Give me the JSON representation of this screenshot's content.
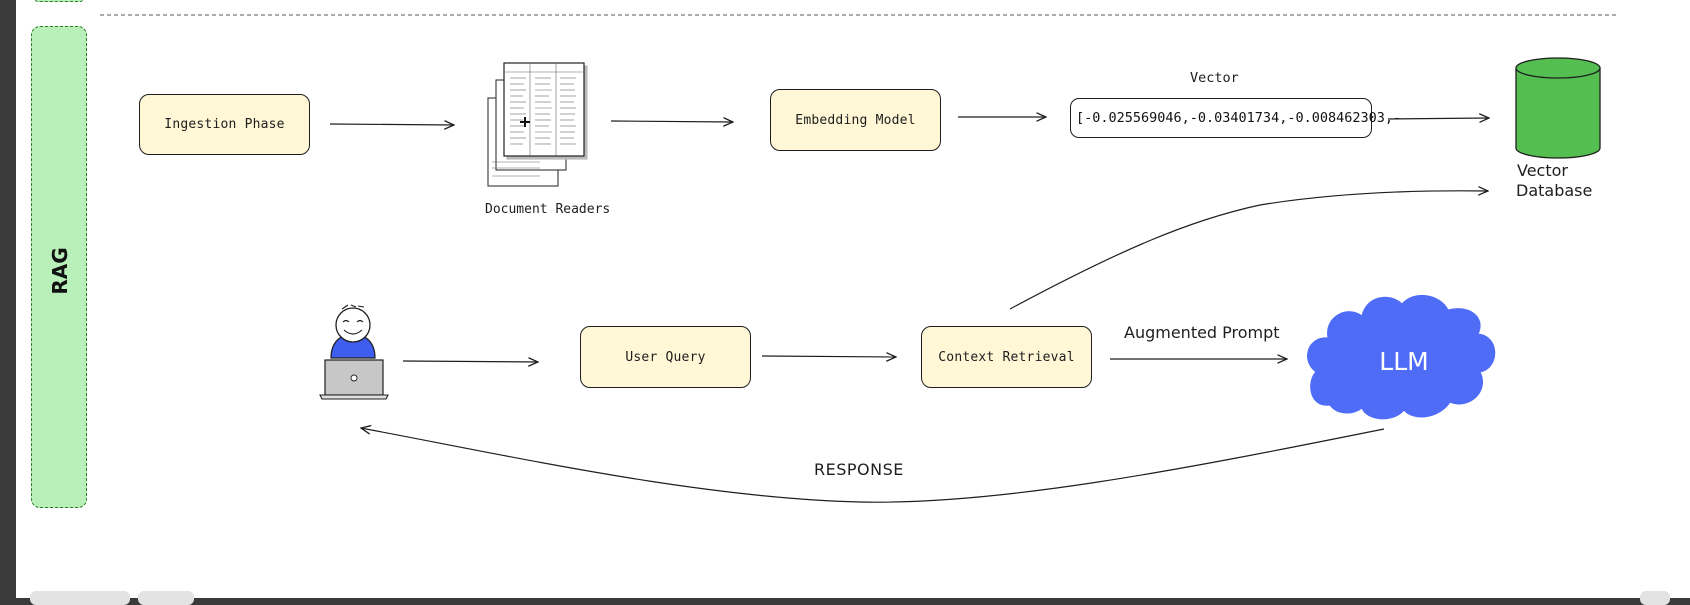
{
  "side_band": {
    "label": "RAG"
  },
  "nodes": {
    "ingestion": "Ingestion Phase",
    "doc_readers": "Document Readers",
    "embedding": "Embedding Model",
    "vector_title": "Vector",
    "vector_value": "[-0.025569046,-0.03401734,-0.008462303,-",
    "vector_db_line1": "Vector",
    "vector_db_line2": "Database",
    "user_query": "User Query",
    "context_retrieval": "Context Retrieval",
    "llm": "LLM"
  },
  "edge_labels": {
    "augmented_prompt": "Augmented Prompt",
    "response": "RESPONSE"
  },
  "colors": {
    "note_fill": "#fff7d6",
    "band_fill": "#b9f0b9",
    "database_green": "#54bf50",
    "llm_blue": "#4f6cf7",
    "user_blue": "#3f5ef0"
  }
}
